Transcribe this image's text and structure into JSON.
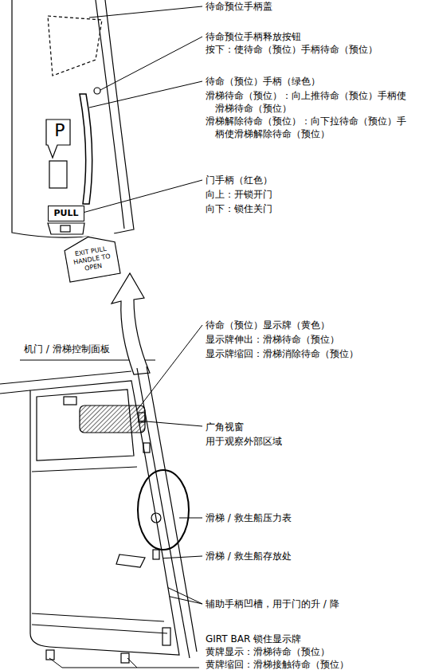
{
  "diagram": {
    "title": "机门 / 滑梯控制面板",
    "nodes": [
      {
        "text": [
          "PULL"
        ]
      },
      {
        "text": [
          "EXIT PULL HANDLE TO OPEN"
        ]
      }
    ],
    "labels": [
      "待命预位手柄盖",
      "待命预位手柄释放按钮",
      "按下：使待命（预位）手柄待命（预位）",
      "待命（预位）手柄（绿色）",
      "滑梯待命（预位）：向上推待命（预位）手柄使滑梯待命（预位）",
      "滑梯解除待命（预位）：向下拉待命（预位）手柄使滑梯解除待命（预位）",
      "门手柄（红色）",
      "向上：开锁开门",
      "向下：锁住关门",
      "待命（预位）显示牌（黄色）",
      "显示牌伸出：滑梯待命（预位）",
      "显示牌缩回：滑梯消除待命（预位）",
      "广角视窗",
      "用于观察外部区域",
      "滑梯 / 救生船压力表",
      "滑梯 / 救生船存放处",
      "辅助手柄凹槽，用于门的升 / 降",
      "GIRT BAR 锁住显示牌",
      "黄牌显示：滑梯待命（预位）",
      "黄牌缩回：滑梯接触待命（预位）",
      "P"
    ]
  }
}
